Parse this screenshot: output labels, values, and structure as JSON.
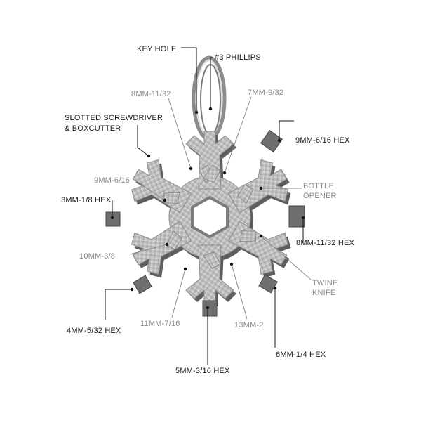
{
  "colors": {
    "background": "#ffffff",
    "dark_label": "#1a1a1a",
    "gray_label": "#8a8a8a",
    "steel": "#c8c8c8",
    "steel_dark": "#6e6e6e",
    "leader_dark": "#111111",
    "leader_gray": "#8a8a8a"
  },
  "labels": {
    "key_hole": "KEY HOLE",
    "phillips": "#3 PHILLIPS",
    "wrench_8_11_32": "8MM-11/32",
    "wrench_7_9_32": "7MM-9/32",
    "slotted_1": "SLOTTED SCREWDRIVER",
    "slotted_2": "& BOXCUTTER",
    "hex_9_6_16": "9MM-6/16 HEX",
    "wrench_9_6_16": "9MM-6/16",
    "bottle_1": "BOTTLE",
    "bottle_2": "OPENER",
    "hex_3_1_8": "3MM-1/8 HEX",
    "hex_8_11_32": "8MM-11/32 HEX",
    "wrench_10_3_8": "10MM-3/8",
    "twine_1": "TWINE",
    "twine_2": "KNIFE",
    "hex_4_5_32": "4MM-5/32 HEX",
    "wrench_11_7_16": "11MM-7/16",
    "wrench_13_2": "13MM-2",
    "hex_6_1_4": "6MM-1/4 HEX",
    "hex_5_3_16": "5MM-3/16 HEX"
  },
  "icons": {
    "tool": "snowflake-multitool-icon",
    "ring": "key-ring-icon"
  }
}
